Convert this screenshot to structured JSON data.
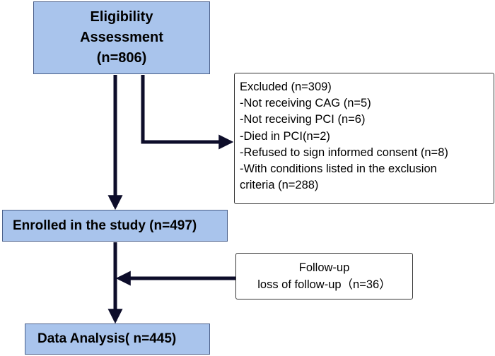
{
  "eligibility": {
    "line1": "Eligibility",
    "line2": "Assessment",
    "line3": "(n=806)"
  },
  "excluded": {
    "lines": [
      "Excluded (n=309)",
      "-Not receiving CAG (n=5)",
      "-Not receiving PCI (n=6)",
      "-Died in PCI(n=2)",
      "-Refused to sign informed consent (n=8)",
      "-With conditions listed in the exclusion",
      "criteria (n=288)"
    ]
  },
  "enrolled": {
    "label": "Enrolled in the study (n=497)"
  },
  "followup": {
    "line1": "Follow-up",
    "line2": "loss of follow-up（n=36）"
  },
  "analysis": {
    "label": "Data Analysis( n=445)"
  },
  "colors": {
    "box_fill": "#a9c4ec",
    "box_border": "#4a5f8a",
    "arrow": "#0d0d2a"
  }
}
